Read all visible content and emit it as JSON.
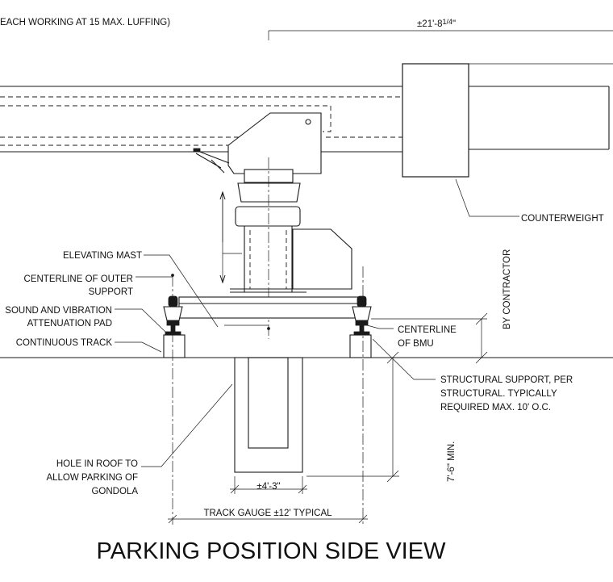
{
  "drawing": {
    "top_note": "EACH WORKING AT 15 MAX. LUFFING)",
    "top_dim": "±21'-8",
    "top_dim_frac": "1/4",
    "labels": {
      "counterweight": "COUNTERWEIGHT",
      "by_contractor": "BY CONTRACTOR",
      "elevating_mast": "ELEVATING MAST",
      "centerline_outer_1": "CENTERLINE OF OUTER",
      "centerline_outer_2": "SUPPORT",
      "sound_pad_1": "SOUND AND VIBRATION",
      "sound_pad_2": "ATTENUATION PAD",
      "continuous_track": "CONTINUOUS TRACK",
      "centerline_bmu_1": "CENTERLINE",
      "centerline_bmu_2": "OF BMU",
      "structural_1": "STRUCTURAL SUPPORT, PER",
      "structural_2": "STRUCTURAL. TYPICALLY",
      "structural_3": "REQUIRED MAX. 10' O.C.",
      "hole_1": "HOLE IN ROOF TO",
      "hole_2": "ALLOW PARKING OF",
      "hole_3": "GONDOLA",
      "min_dim": "7'-6\" MIN.",
      "hole_width": "±4'-3\"",
      "track_gauge": "TRACK GAUGE ±12' TYPICAL"
    },
    "title": "PARKING POSITION SIDE VIEW"
  }
}
